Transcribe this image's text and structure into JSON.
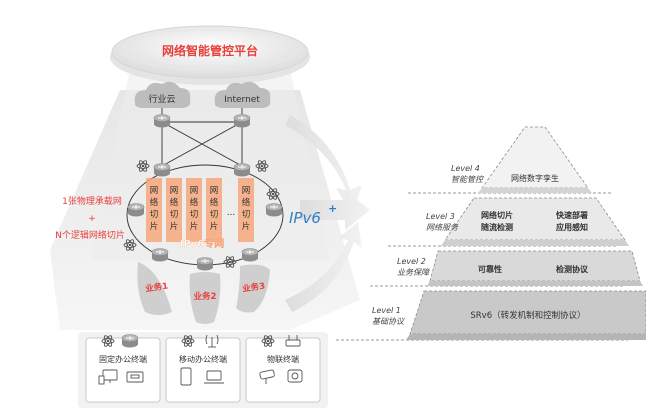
{
  "colors": {
    "accent_red": "#e8403a",
    "slice_orange": "#f6a77a",
    "router_gray": "#9a9a9a",
    "pyramid_gray": "#cfcfcf",
    "pyramid_dark": "#b9b9b9",
    "ipv6_blue": "#2f7fc4",
    "text_dark": "#333333"
  },
  "platform": {
    "title": "网络智能管控平台"
  },
  "clouds": {
    "industry": "行业云",
    "internet": "Internet"
  },
  "slices": {
    "items": [
      "网络切片",
      "网络切片",
      "网络切片",
      "网络切片",
      "网络切片"
    ],
    "ellipsis": "...",
    "dedicated_network": "IPv6专网"
  },
  "left_labels": {
    "physical": "1张物理承载网",
    "plus": "+",
    "logical": "N个逻辑网络切片"
  },
  "services": [
    "业务1",
    "业务2",
    "业务3"
  ],
  "terminals": {
    "fixed_office": "固定办公终端",
    "mobile_office": "移动办公终端",
    "iot": "物联终端"
  },
  "ipv6_plus_logo": {
    "main": "IPv6",
    "plus": "+"
  },
  "pyramid": {
    "levels": [
      {
        "level": "Level 4",
        "name": "智能管控",
        "items": [
          "网络数字孪生"
        ]
      },
      {
        "level": "Level 3",
        "name": "网络服务",
        "items": [
          "网络切片",
          "随流检测",
          "快速部署",
          "应用感知"
        ]
      },
      {
        "level": "Level 2",
        "name": "业务保障",
        "items": [
          "可靠性",
          "检测协议"
        ]
      },
      {
        "level": "Level 1",
        "name": "基础协议",
        "items": [
          "SRv6（转发机制和控制协议）"
        ]
      }
    ]
  }
}
